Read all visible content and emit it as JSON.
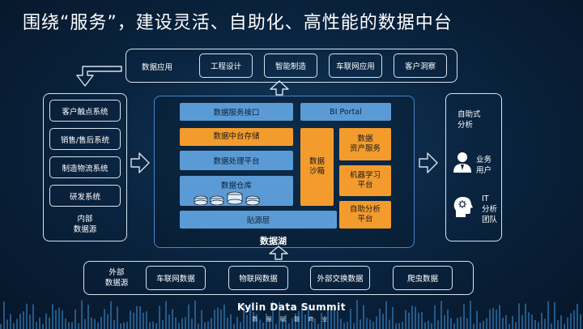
{
  "title": "围绕“服务”，建设灵活、自助化、高性能的数据中台",
  "top": {
    "label": "数据应用",
    "items": [
      "工程设计",
      "智能制造",
      "车联网应用",
      "客户洞察"
    ]
  },
  "left": {
    "items": [
      "客户触点系统",
      "销售/售后系统",
      "制造物流系统",
      "研发系统"
    ],
    "label": "内部\n数据源"
  },
  "center": {
    "service_api": "数据服务接口",
    "bi_portal": "BI Portal",
    "middle_storage": "数据中台存储",
    "processing": "数据处理平台",
    "warehouse": "数据仓库",
    "source_layer": "贴源层",
    "sandbox": "数据\n沙箱",
    "asset_service": "数据\n资产服务",
    "ml_platform": "机器学习\n平台",
    "analytics_platform": "自助分析\n平台",
    "lake_label": "数据湖"
  },
  "right": {
    "label": "自助式\n分析",
    "business_users": "业务\n用户",
    "it_team": "IT\n分析\n团队"
  },
  "bottom": {
    "label": "外部\n数据源",
    "items": [
      "车联网数据",
      "物联网数据",
      "外部交换数据",
      "爬虫数据"
    ]
  },
  "footer": {
    "title": "Kylin Data Summit",
    "subtitle": "数 据 赋 能 商 业"
  },
  "colors": {
    "blue": "#5b9bd5",
    "orange": "#f39c2d",
    "line": "#d7e3ef",
    "bg": "#0a2440"
  }
}
